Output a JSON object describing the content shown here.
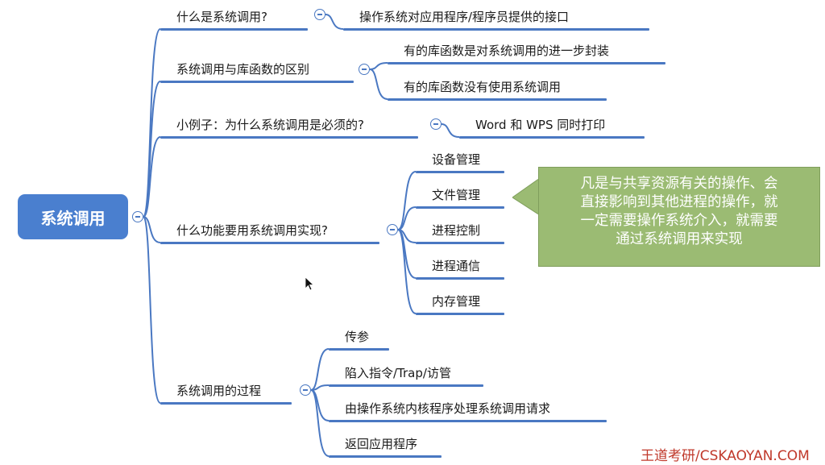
{
  "root": {
    "label": "系统调用"
  },
  "branches": [
    {
      "label": "什么是系统调用?",
      "children": [
        "操作系统对应用程序/程序员提供的接口"
      ]
    },
    {
      "label": "系统调用与库函数的区别",
      "children": [
        "有的库函数是对系统调用的进一步封装",
        "有的库函数没有使用系统调用"
      ]
    },
    {
      "label": "小例子：为什么系统调用是必须的?",
      "children": [
        "Word 和 WPS 同时打印"
      ]
    },
    {
      "label": "什么功能要用系统调用实现?",
      "children": [
        "设备管理",
        "文件管理",
        "进程控制",
        "进程通信",
        "内存管理"
      ]
    },
    {
      "label": "系统调用的过程",
      "children": [
        "传参",
        "陷入指令/Trap/访管",
        "由操作系统内核程序处理系统调用请求",
        "返回应用程序"
      ]
    }
  ],
  "callout": {
    "lines": [
      "凡是与共享资源有关的操作、会",
      "直接影响到其他进程的操作，就",
      "一定需要操作系统介入，就需要",
      "通过系统调用来实现"
    ]
  },
  "watermark": "王道考研/CSKAOYAN.COM",
  "colors": {
    "accent": "#4a78c2",
    "root_fill": "#4a7fcf",
    "callout_fill": "#9bbb73",
    "watermark": "#c0392b"
  },
  "icons": {
    "collapse": "collapse-circle-icon",
    "cursor": "mouse-pointer-icon"
  }
}
